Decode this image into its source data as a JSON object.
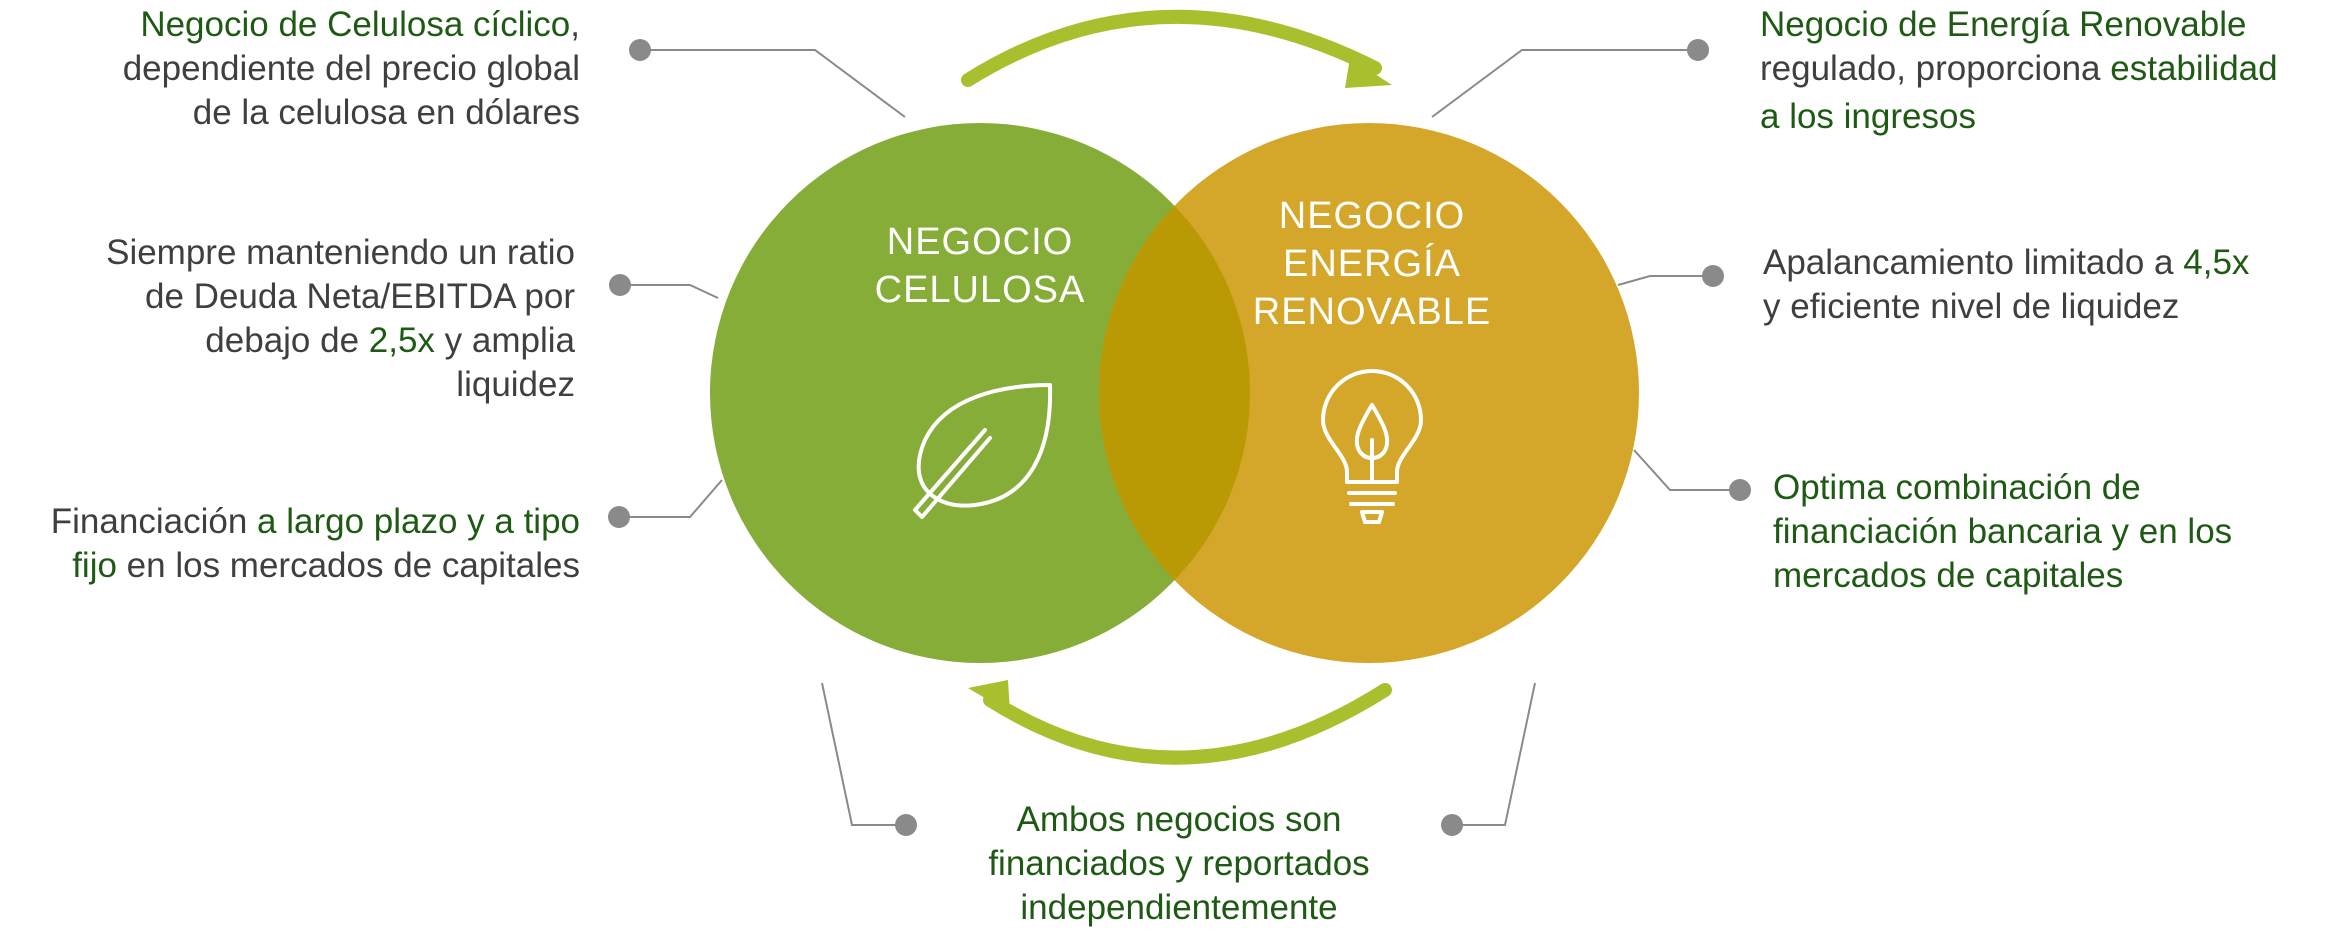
{
  "colors": {
    "celulosa_circle": "#86ad37",
    "energia_circle": "#d4a62a",
    "overlap": "#b99a04",
    "accent_text": "#1e5a14",
    "body_text": "#3f3f3f",
    "connector": "#8a8a8a",
    "arrow": "#a9bf2e"
  },
  "circles": {
    "celulosa": {
      "line1": "NEGOCIO",
      "line2": "CELULOSA",
      "icon": "leaf-icon"
    },
    "energia": {
      "line1": "NEGOCIO",
      "line2": "ENERGÍA",
      "line3": "RENOVABLE",
      "icon": "lightbulb-icon"
    }
  },
  "callouts": {
    "top_left": {
      "bold": "Negocio de Celulosa cíclico",
      "punct": ",",
      "line2": "dependiente del precio global",
      "line3": "de la celulosa en dólares"
    },
    "mid_left": {
      "line1": "Siempre manteniendo un ratio",
      "line2": "de Deuda Neta/EBITDA por",
      "line3_pre": "debajo de ",
      "line3_bold": "2,5x",
      "line3_post": " y amplia",
      "line4": "liquidez"
    },
    "low_left": {
      "line1_pre": "Financiación ",
      "line1_bold": "a largo plazo y a tipo",
      "line2_bold": "fijo",
      "line2_post": " en los mercados de capitales"
    },
    "top_right": {
      "bold": "Negocio de Energía Renovable",
      "line2_pre": "regulado, proporciona ",
      "line2_bold": "estabilidad",
      "line3_bold": "a los ingresos"
    },
    "mid_right": {
      "line1_pre": "Apalancamiento limitado a ",
      "line1_bold": "4,5x",
      "line2": "y eficiente nivel de liquidez"
    },
    "low_right": {
      "line1": "Optima combinación de",
      "line2": "financiación bancaria y en los",
      "line3": "mercados de capitales"
    },
    "bottom": {
      "line1": "Ambos negocios son",
      "line2": "financiados y reportados",
      "line3": "independientemente"
    }
  }
}
